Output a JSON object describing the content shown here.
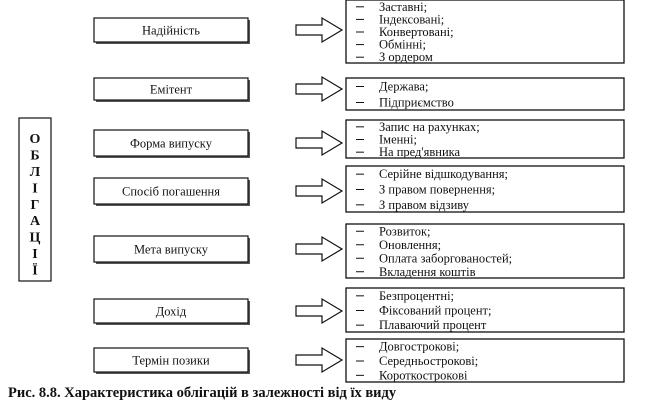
{
  "vertical_title": "ОБЛІГАЦІЇ",
  "caption": "Рис. 8.8. Характеристика облігацій в залежності від їх виду",
  "groups": [
    {
      "label": "Надійність",
      "items": [
        "Заставні;",
        "Індексовані;",
        "Конвертовані;",
        "Обмінні;",
        "З ордером"
      ]
    },
    {
      "label": "Емітент",
      "items": [
        "Держава;",
        "Підприємство"
      ]
    },
    {
      "label": "Форма випуску",
      "items": [
        "Запис на рахунках;",
        "Іменні;",
        "На пред'явника"
      ]
    },
    {
      "label": "Спосіб погашення",
      "items": [
        "Серійне відшкодування;",
        "З правом повернення;",
        "З правом відзиву"
      ]
    },
    {
      "label": "Мета випуску",
      "items": [
        "Розвиток;",
        "Оновлення;",
        "Оплата заборгованостей;",
        "Вкладення коштів"
      ]
    },
    {
      "label": "Дохід",
      "items": [
        "Безпроцентні;",
        "Фіксований процент;",
        "Плаваючий процент"
      ]
    },
    {
      "label": "Термін позики",
      "items": [
        "Довгострокові;",
        "Середньострокові;",
        "Короткострокові"
      ]
    }
  ]
}
